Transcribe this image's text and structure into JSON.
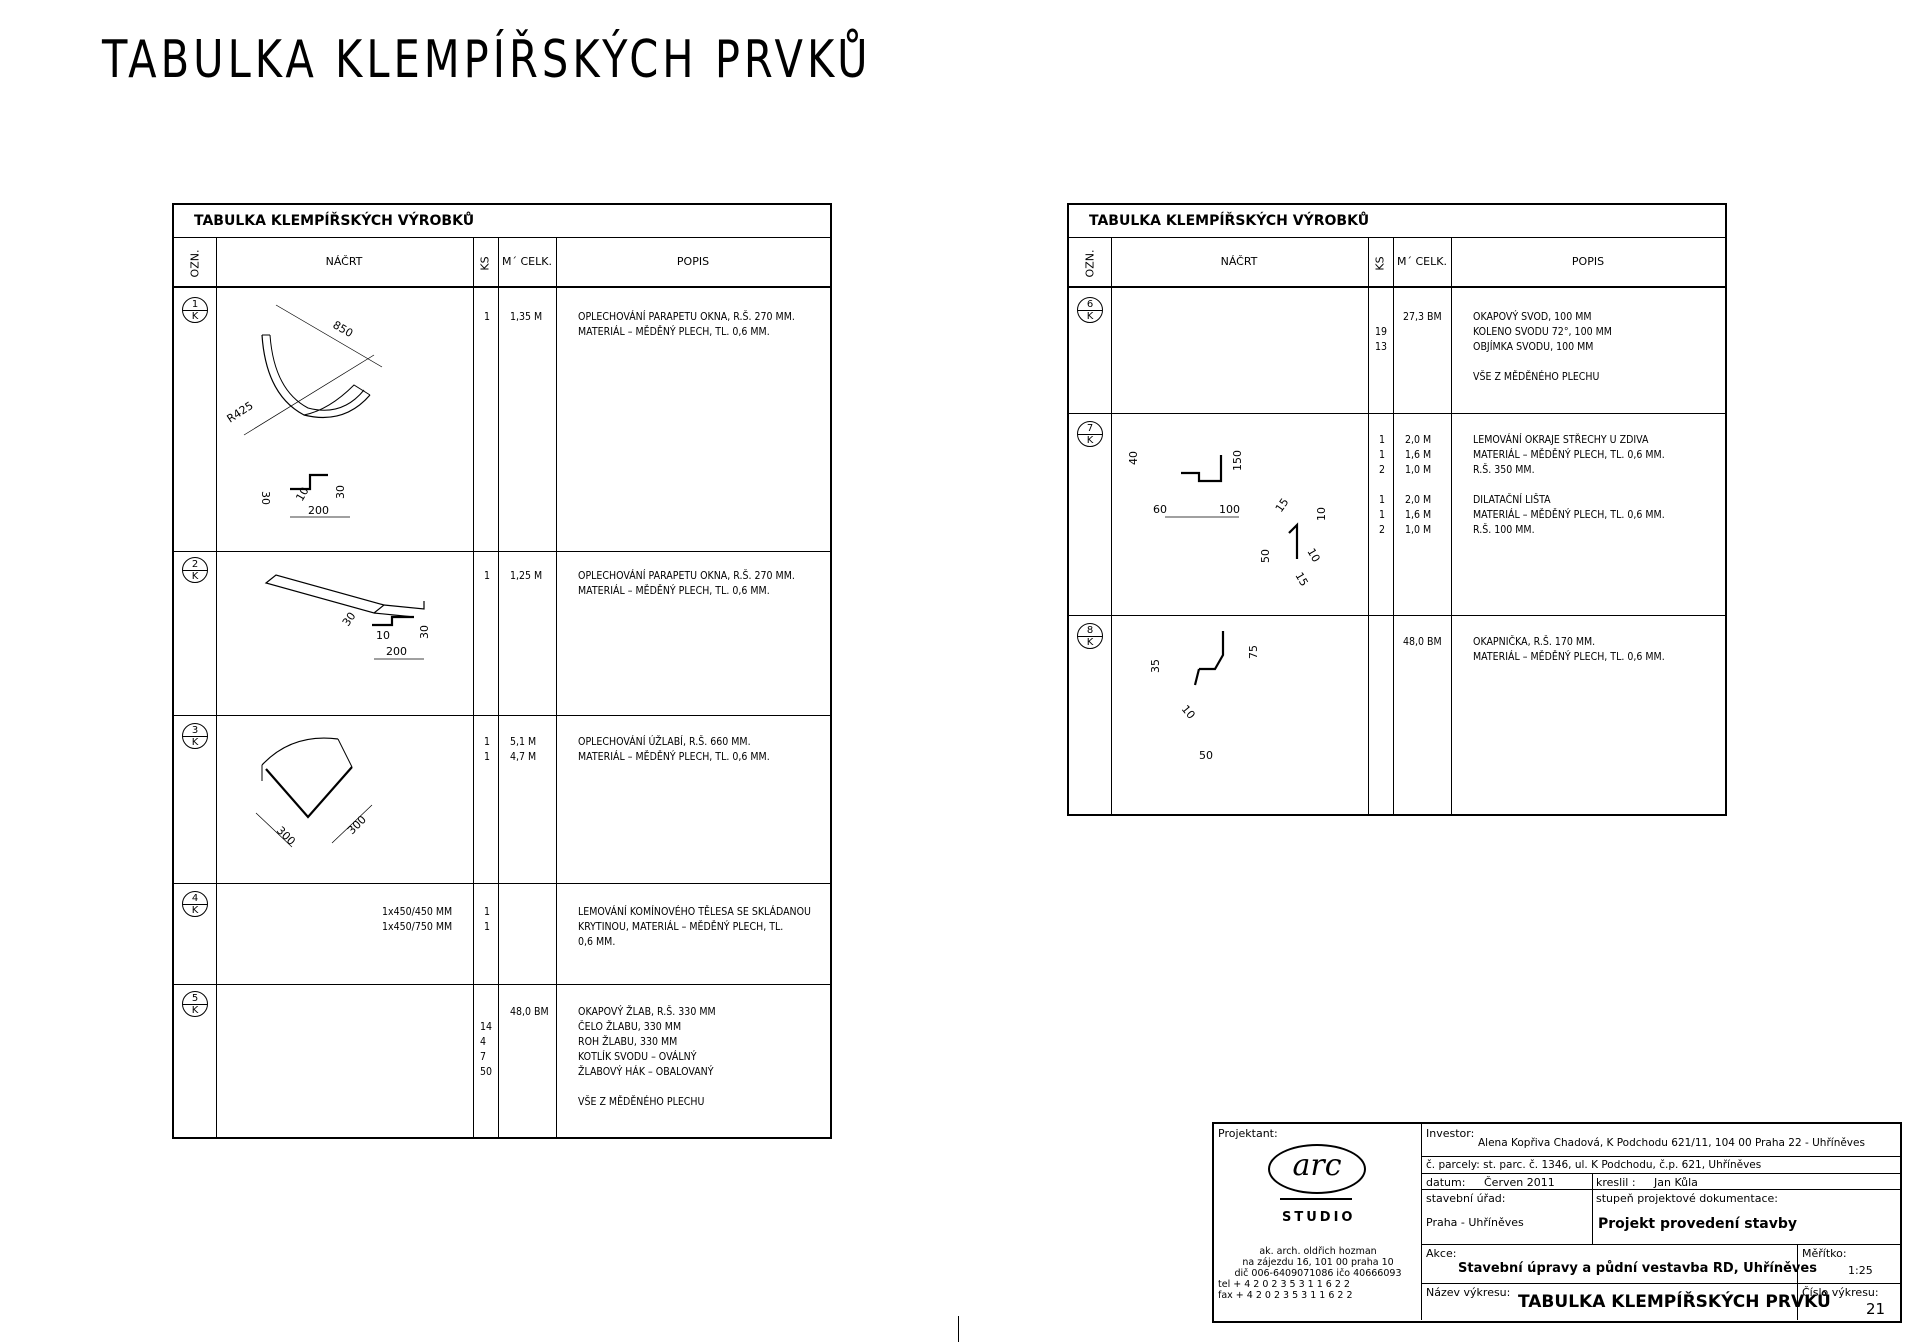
{
  "page_title": "TABULKA KLEMPÍŘSKÝCH PRVKŮ",
  "tables": [
    {
      "header": "TABULKA KLEMPÍŘSKÝCH VÝROBKŮ",
      "cols": {
        "ozn": "OZN.",
        "nacrt": "NÁČRT",
        "ks": "KS",
        "m": "M´ CELK.",
        "popis": "POPIS"
      },
      "rows": [
        {
          "num": "1",
          "k": "K",
          "ks": "1",
          "m": "1,35 M",
          "popis": "OPLECHOVÁNÍ PARAPETU OKNA, R.Š. 270 MM.\nMATERIÁL – MĚDĚNÝ PLECH, TL. 0,6 MM.",
          "nacrt": ""
        },
        {
          "num": "2",
          "k": "K",
          "ks": "1",
          "m": "1,25 M",
          "popis": "OPLECHOVÁNÍ PARAPETU OKNA, R.Š. 270 MM.\nMATERIÁL – MĚDĚNÝ PLECH, TL. 0,6 MM.",
          "nacrt": ""
        },
        {
          "num": "3",
          "k": "K",
          "ks": "1\n1",
          "m": "5,1 M\n4,7 M",
          "popis": "OPLECHOVÁNÍ ÚŽLABÍ, R.Š. 660 MM.\nMATERIÁL – MĚDĚNÝ PLECH, TL. 0,6 MM.",
          "nacrt": ""
        },
        {
          "num": "4",
          "k": "K",
          "ks": "1\n1",
          "m": "",
          "popis": "LEMOVÁNÍ KOMÍNOVÉHO TĚLESA SE SKLÁDANOU\nKRYTINOU, MATERIÁL – MĚDĚNÝ PLECH, TL.\n0,6 MM.",
          "nacrt": "1x450/450 MM\n1x450/750 MM"
        },
        {
          "num": "5",
          "k": "K",
          "ks": "\n14\n4\n7\n50",
          "m": "48,0 BM",
          "popis": "OKAPOVÝ ŽLAB, R.Š. 330 MM\nČELO ŽLABU, 330 MM\nROH ŽLABU, 330 MM\nKOTLÍK SVODU – OVÁLNÝ\nŽLABOVÝ HÁK – OBALOVANÝ\n\nVŠE Z MĚDĚNÉHO PLECHU",
          "nacrt": ""
        }
      ]
    },
    {
      "header": "TABULKA KLEMPÍŘSKÝCH VÝROBKŮ",
      "cols": {
        "ozn": "OZN.",
        "nacrt": "NÁČRT",
        "ks": "KS",
        "m": "M´ CELK.",
        "popis": "POPIS"
      },
      "rows": [
        {
          "num": "6",
          "k": "K",
          "ks": "\n19\n13",
          "m": "27,3 BM",
          "popis": "OKAPOVÝ SVOD, 100 MM\nKOLENO SVODU 72°, 100 MM\nOBJÍMKA SVODU, 100 MM\n\nVŠE Z MĚDĚNÉHO PLECHU",
          "nacrt": ""
        },
        {
          "num": "7",
          "k": "K",
          "ks": "1\n1\n2\n\n1\n1\n2",
          "m": "2,0 M\n1,6 M\n1,0 M\n\n2,0 M\n1,6 M\n1,0 M",
          "popis": "LEMOVÁNÍ OKRAJE STŘECHY U ZDIVA\nMATERIÁL – MĚDĚNÝ PLECH, TL. 0,6 MM.\nR.Š. 350 MM.\n\nDILATAČNÍ LIŠTA\nMATERIÁL – MĚDĚNÝ PLECH, TL. 0,6 MM.\nR.Š. 100 MM.",
          "nacrt": ""
        },
        {
          "num": "8",
          "k": "K",
          "ks": "",
          "m": "48,0 BM",
          "popis": "OKAPNIČKA, R.Š. 170 MM.\nMATERIÁL – MĚDĚNÝ PLECH, TL. 0,6 MM.",
          "nacrt": ""
        }
      ]
    }
  ],
  "dims": {
    "r1": [
      "850",
      "R425",
      "30",
      "10",
      "30",
      "200"
    ],
    "r2": [
      "30",
      "10",
      "30",
      "200"
    ],
    "r3": [
      "300",
      "300"
    ],
    "r7": [
      "40",
      "150",
      "60",
      "100",
      "15",
      "10",
      "50",
      "10",
      "15"
    ],
    "r8": [
      "35",
      "75",
      "10",
      "50"
    ]
  },
  "stamp": {
    "projektant_label": "Projektant:",
    "logo_text": "arc",
    "studio": "STUDIO",
    "address": [
      "ak. arch. oldřich hozman",
      "na zájezdu 16, 101 00 praha 10",
      "dič 006-6409071086 ičo 40666093",
      "tel  + 4 2 0  2 3 5  3 1  1 6  2 2",
      "fax  + 4 2 0  2 3 5  3 1  1 6  2 2"
    ],
    "investor_label": "Investor:",
    "investor": "Alena Kopřiva Chadová, K Podchodu 621/11, 104 00 Praha 22 - Uhříněves",
    "parcela": "č. parcely: st. parc. č. 1346, ul. K Podchodu, č.p. 621, Uhříněves",
    "datum_label": "datum:",
    "datum": "Červen 2011",
    "kreslil_label": "kreslil :",
    "kreslil": "Jan Kůla",
    "urad_label": "stavební úřad:",
    "urad": "Praha - Uhříněves",
    "stupen_label": "stupeň projektové dokumentace:",
    "stupen": "Projekt provedení stavby",
    "akce_label": "Akce:",
    "akce": "Stavební úpravy a půdní vestavba RD, Uhříněves",
    "meritko_label": "Měřítko:",
    "meritko": "1:25",
    "nazev_label": "Název výkresu:",
    "nazev": "TABULKA KLEMPÍŘSKÝCH PRVKŮ",
    "cislo_label": "Číslo výkresu:",
    "cislo": "21"
  }
}
